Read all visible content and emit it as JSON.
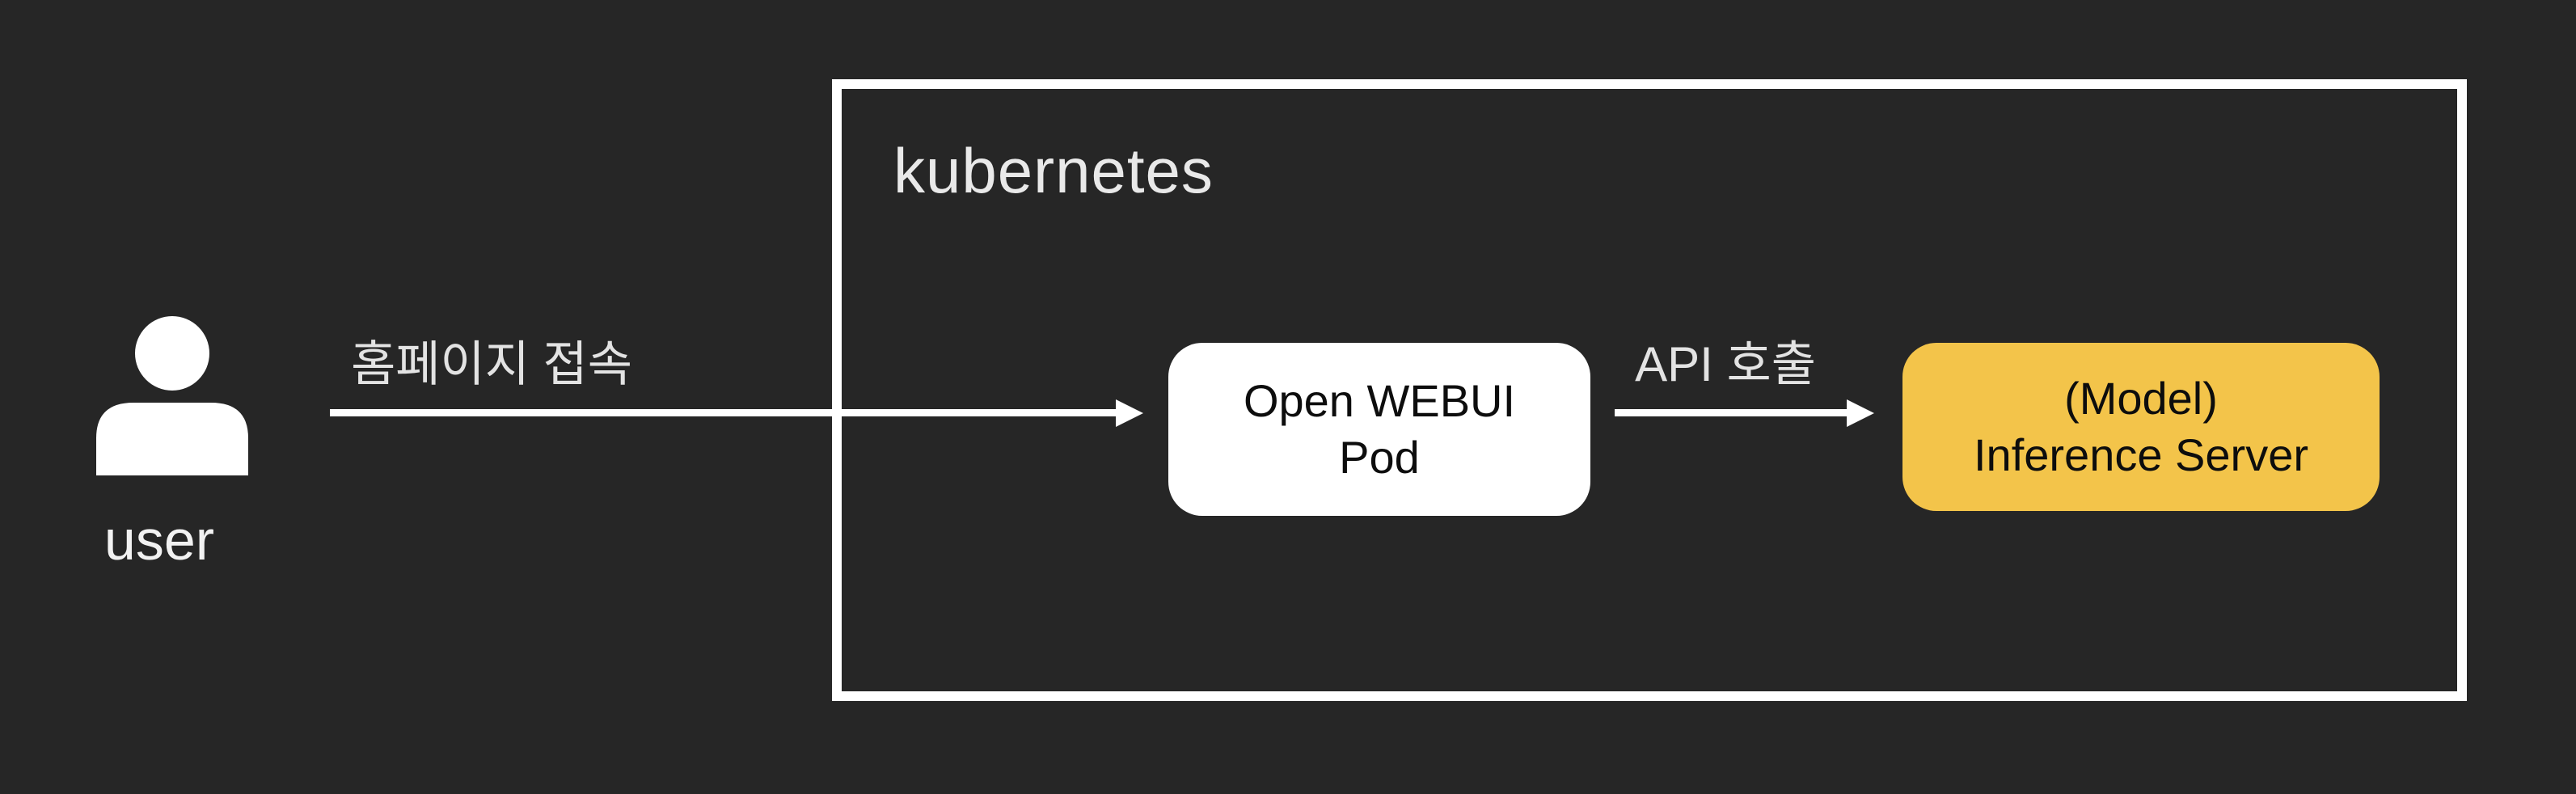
{
  "colors": {
    "background": "#262626",
    "line": "#ffffff",
    "label_text": "#e3e3e3",
    "cluster_border": "#ffffff",
    "node_webui_bg": "#ffffff",
    "node_inference_bg": "#F3C44A",
    "node_text": "#0d0d0d"
  },
  "actors": {
    "user": {
      "label": "user",
      "icon": "person-icon"
    }
  },
  "cluster": {
    "title": "kubernetes"
  },
  "nodes": {
    "webui": {
      "line1": "Open WEBUI",
      "line2": "Pod"
    },
    "inference": {
      "line1": "(Model)",
      "line2": "Inference Server"
    }
  },
  "edges": [
    {
      "from": "user",
      "to": "webui",
      "label": "홈페이지 접속"
    },
    {
      "from": "webui",
      "to": "inference",
      "label": "API 호출"
    }
  ]
}
